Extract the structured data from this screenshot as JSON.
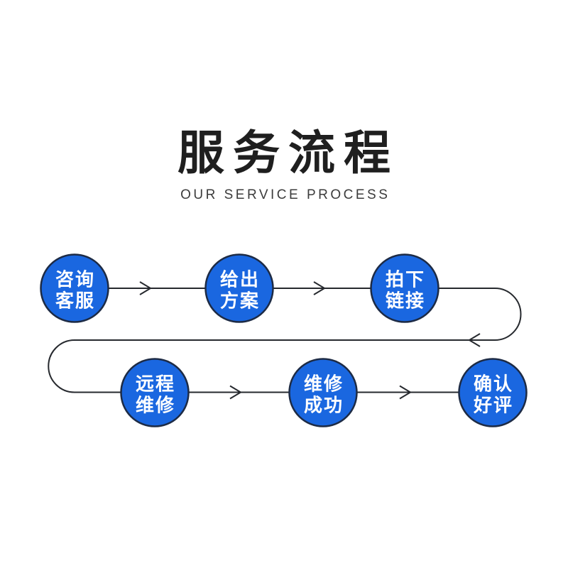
{
  "header": {
    "title": "服务流程",
    "subtitle": "OUR SERVICE PROCESS"
  },
  "steps": [
    {
      "line1": "咨询",
      "line2": "客服"
    },
    {
      "line1": "给出",
      "line2": "方案"
    },
    {
      "line1": "拍下",
      "line2": "链接"
    },
    {
      "line1": "远程",
      "line2": "维修"
    },
    {
      "line1": "维修",
      "line2": "成功"
    },
    {
      "line1": "确认",
      "line2": "好评"
    }
  ],
  "colors": {
    "circle_fill": "#1a67e0",
    "circle_border": "#1d2b45",
    "circle_text": "#ffffff",
    "line": "#26292e",
    "title": "#1f1f1f",
    "subtitle": "#3c3c3c",
    "background": "#ffffff"
  }
}
